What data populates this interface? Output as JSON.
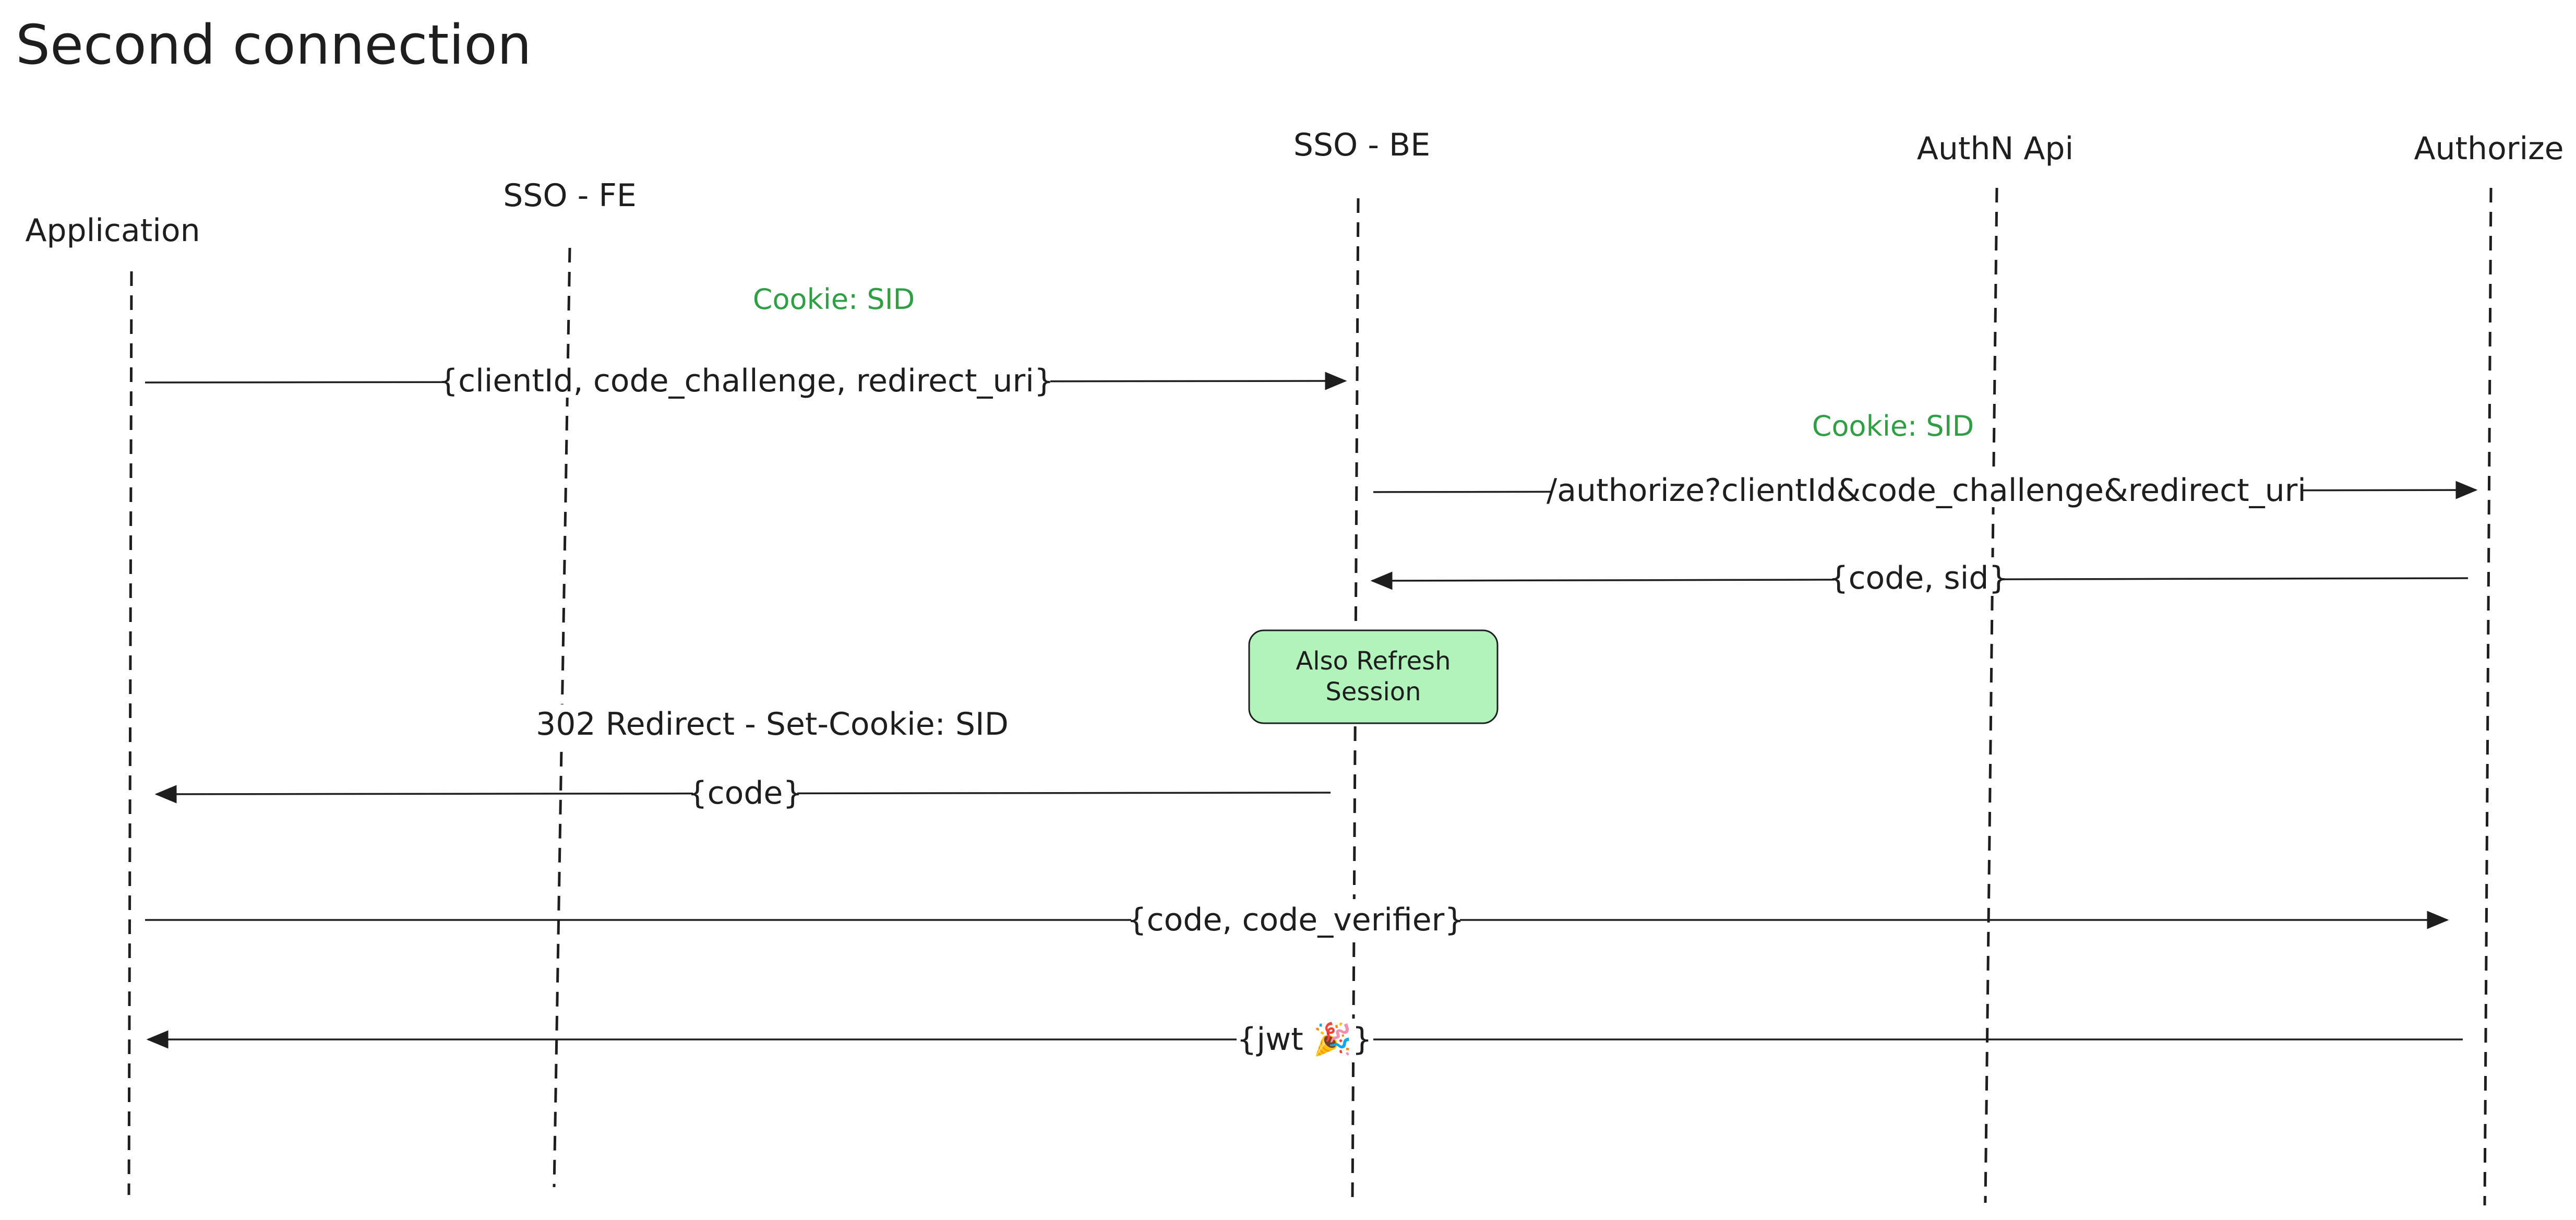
{
  "title": "Second connection",
  "actors": {
    "application": "Application",
    "sso_fe": "SSO - FE",
    "sso_be": "SSO - BE",
    "authn_api": "AuthN Api",
    "authorize": "Authorize"
  },
  "annotations": {
    "cookie_sid_1": "Cookie: SID",
    "cookie_sid_2": "Cookie: SID",
    "redirect": "302 Redirect - Set-Cookie: SID"
  },
  "messages": {
    "m1": "{clientId, code_challenge, redirect_uri}",
    "m2": "/authorize?clientId&code_challenge&redirect_uri",
    "m3": "{code, sid}",
    "m4": "{code}",
    "m5": "{code, code_verifier}",
    "m6": "{jwt 🎉}"
  },
  "note": {
    "line1": "Also Refresh",
    "line2": "Session"
  },
  "colors": {
    "cookie_text": "#2f9e44",
    "note_fill": "#b2f2bb",
    "note_stroke": "#1e1e1e",
    "line": "#1e1e1e"
  }
}
